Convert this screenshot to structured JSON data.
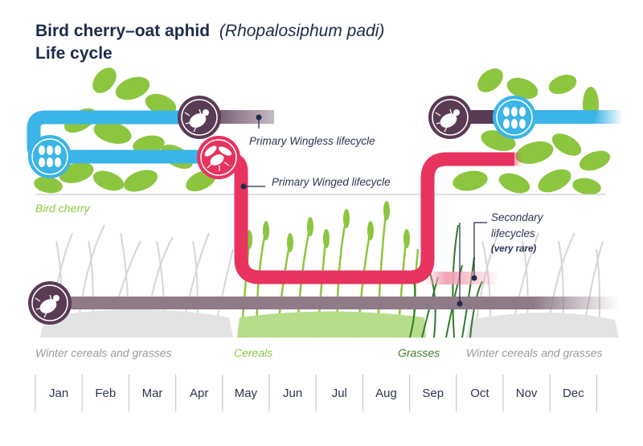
{
  "title": {
    "main": "Bird cherry–oat aphid",
    "species": "(Rhopalosiphum padi)",
    "subtitle": "Life cycle"
  },
  "labels": {
    "wingless": "Primary Wingless lifecycle",
    "winged": "Primary Winged lifecycle",
    "secondary_line1": "Secondary",
    "secondary_line2": "lifecycles",
    "secondary_note": "(very rare)"
  },
  "zones": {
    "bird_cherry": "Bird cherry",
    "winter_left": "Winter cereals and grasses",
    "cereals": "Cereals",
    "grasses": "Grasses",
    "winter_right": "Winter cereals and grasses"
  },
  "months": [
    "Jan",
    "Feb",
    "Mar",
    "Apr",
    "May",
    "Jun",
    "Jul",
    "Aug",
    "Sep",
    "Oct",
    "Nov",
    "Dec"
  ],
  "colors": {
    "navy": "#1f2a4a",
    "blue": "#3bb4e8",
    "pink": "#e8335f",
    "purple": "#5a3b55",
    "plum_line": "#8f7a88",
    "leaf_green": "#8cc63f",
    "grass_dark": "#2f7a2a",
    "grey": "#c9c9c9"
  },
  "icons": [
    "egg-cluster-icon",
    "wingless-aphid-icon",
    "winged-aphid-icon"
  ]
}
